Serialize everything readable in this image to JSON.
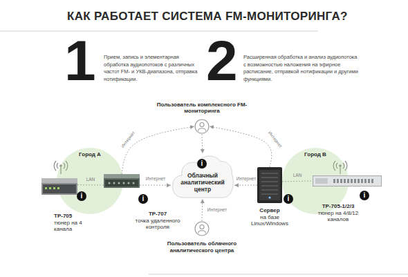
{
  "diagram": {
    "title": "КАК РАБОТАЕТ СИСТЕМА FM-МОНИТОРИНГА?",
    "nodes": [
      {
        "text": [
          "Пользователь комплексного FM-мониторинга"
        ]
      },
      {
        "text": [
          "Город А"
        ]
      },
      {
        "text": [
          "TP-705",
          "тюнер на 4 канала"
        ],
        "in": 1
      },
      {
        "text": [
          "TP-707",
          "точка удаленного контроля"
        ],
        "in": 1
      },
      {
        "text": [
          "Облачный аналитический центр"
        ]
      },
      {
        "text": [
          "Город В"
        ]
      },
      {
        "text": [
          "Сервер",
          "на базе Linux/Windows"
        ],
        "in": 5
      },
      {
        "text": [
          "TP-705-1/2/3",
          "тюнер на 4/8/12 каналов"
        ],
        "in": 5
      },
      {
        "text": [
          "Пользователь облачного аналитического центра"
        ]
      }
    ],
    "edges": [
      {
        "from": 2,
        "to": 3,
        "label": "LAN",
        "arrow": "none"
      },
      {
        "from": 3,
        "to": 4,
        "label": "Интернет",
        "arrow": "to"
      },
      {
        "from": 3,
        "to": 0,
        "label": "Интернет",
        "arrow": "to"
      },
      {
        "from": 6,
        "to": 0,
        "label": "Интернет",
        "arrow": "to"
      },
      {
        "from": 6,
        "to": 4,
        "label": "Интернет",
        "arrow": "to"
      },
      {
        "from": 0,
        "to": 4,
        "arrow": "to"
      },
      {
        "from": 8,
        "to": 4,
        "label": "Интернет",
        "arrow": "to"
      },
      {
        "from": 6,
        "to": 7,
        "label": "LAN",
        "arrow": "none"
      }
    ],
    "labels": [
      "1",
      "Прием, запись и элементарная обработка аудиопотоков с различных частот FM- и УКВ-диапазона, отправка нотификации.",
      "2",
      "Расширенная обработка и анализ аудиопотока с возможностью наложения на эфирное расписание, отправкой нотификации и другими функциями.",
      "i",
      "i",
      "i",
      "i",
      "i"
    ]
  }
}
